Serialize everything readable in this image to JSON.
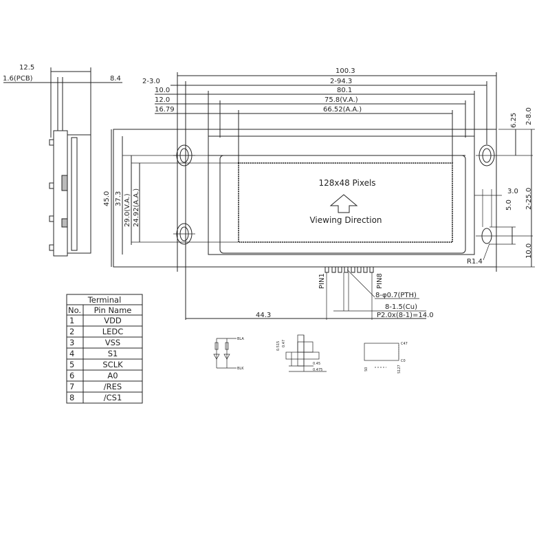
{
  "title": "128x48 Graphic LCD Module Dimensional Drawing",
  "side_view": {
    "width_total": "12.5",
    "pcb": "1.6(PCB)",
    "depth": "8.4"
  },
  "top_dims": {
    "overall": "100.3",
    "hole_pitch": "2-94.3",
    "bezel": "80.1",
    "viewing_area": "75.8(V.A.)",
    "active_area": "66.52(A.A.)",
    "hole_offset": "2-3.0",
    "bezel_offset": "10.0",
    "va_offset": "12.0",
    "aa_offset": "16.79"
  },
  "left_dims": {
    "overall": "45.0",
    "bezel": "37.3",
    "viewing_area": "29.0(V.A.)",
    "active_area": "24.92(A.A.)"
  },
  "right_dims": {
    "top_hole": "6.25",
    "hole_dia": "2-8.0",
    "hole_pitch": "2-25.0",
    "slot_width": "3.0",
    "slot_len": "5.0",
    "bottom": "10.0",
    "radius": "R1.4"
  },
  "display": {
    "resolution": "128x48 Pixels",
    "viewing_label": "Viewing Direction"
  },
  "pins": {
    "pin1": "PIN1",
    "pin8": "PIN8",
    "holes": "8-φ0.7(PTH)",
    "pads": "8-1.5(Cu)",
    "pitch": "P2.0x(8-1)=14.0",
    "offset": "44.3"
  },
  "terminal_table": {
    "title": "Terminal",
    "headers": [
      "No.",
      "Pin Name"
    ],
    "rows": [
      [
        "1",
        "VDD"
      ],
      [
        "2",
        "LEDC"
      ],
      [
        "3",
        "VSS"
      ],
      [
        "4",
        "S1"
      ],
      [
        "5",
        "SCLK"
      ],
      [
        "6",
        "A0"
      ],
      [
        "7",
        "/RES"
      ],
      [
        "8",
        "/CS1"
      ]
    ]
  },
  "details": {
    "led_a": "BLA",
    "led_k": "BLK",
    "pixel_h1": "0.515",
    "pixel_h2": "0.47",
    "pixel_w1": "0.45",
    "pixel_w2": "0.475",
    "com_top": "C47",
    "com_bottom": "C0",
    "seg_left": "S0",
    "seg_right": "S127"
  }
}
